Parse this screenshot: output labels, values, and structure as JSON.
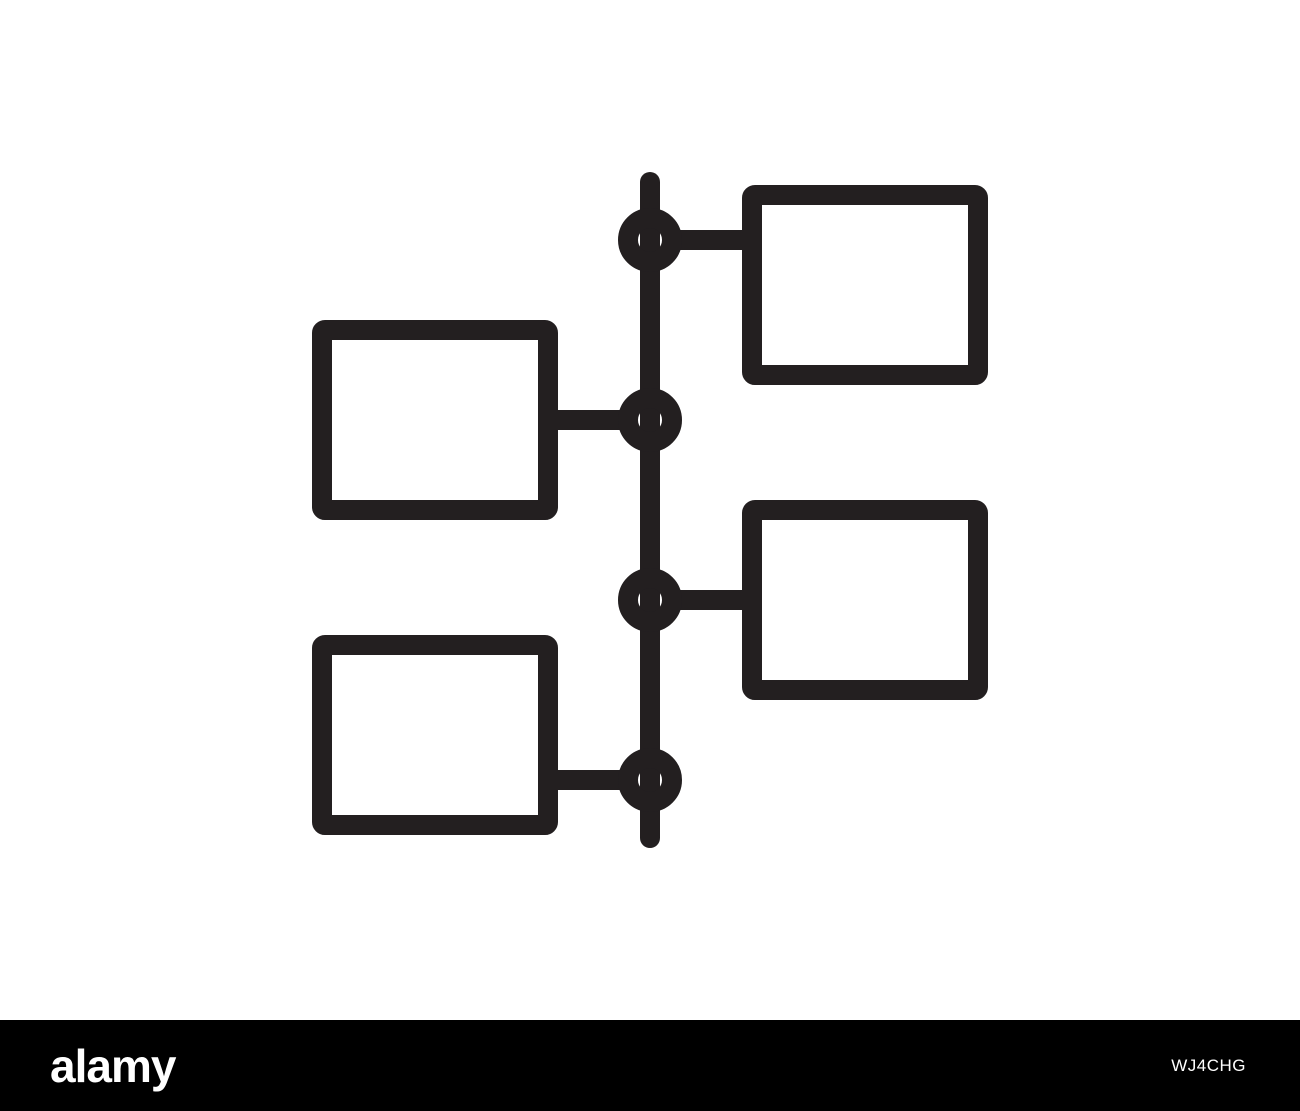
{
  "colors": {
    "background": "#ffffff",
    "line": "#231f20",
    "footer_background": "#000000",
    "footer_text": "#ffffff"
  },
  "diagram": {
    "icon": "timeline-icon",
    "nodes": [
      {
        "side": "right",
        "order": 1
      },
      {
        "side": "left",
        "order": 2
      },
      {
        "side": "right",
        "order": 3
      },
      {
        "side": "left",
        "order": 4
      }
    ]
  },
  "footer": {
    "logo": "alamy",
    "image_id": "WJ4CHG"
  }
}
